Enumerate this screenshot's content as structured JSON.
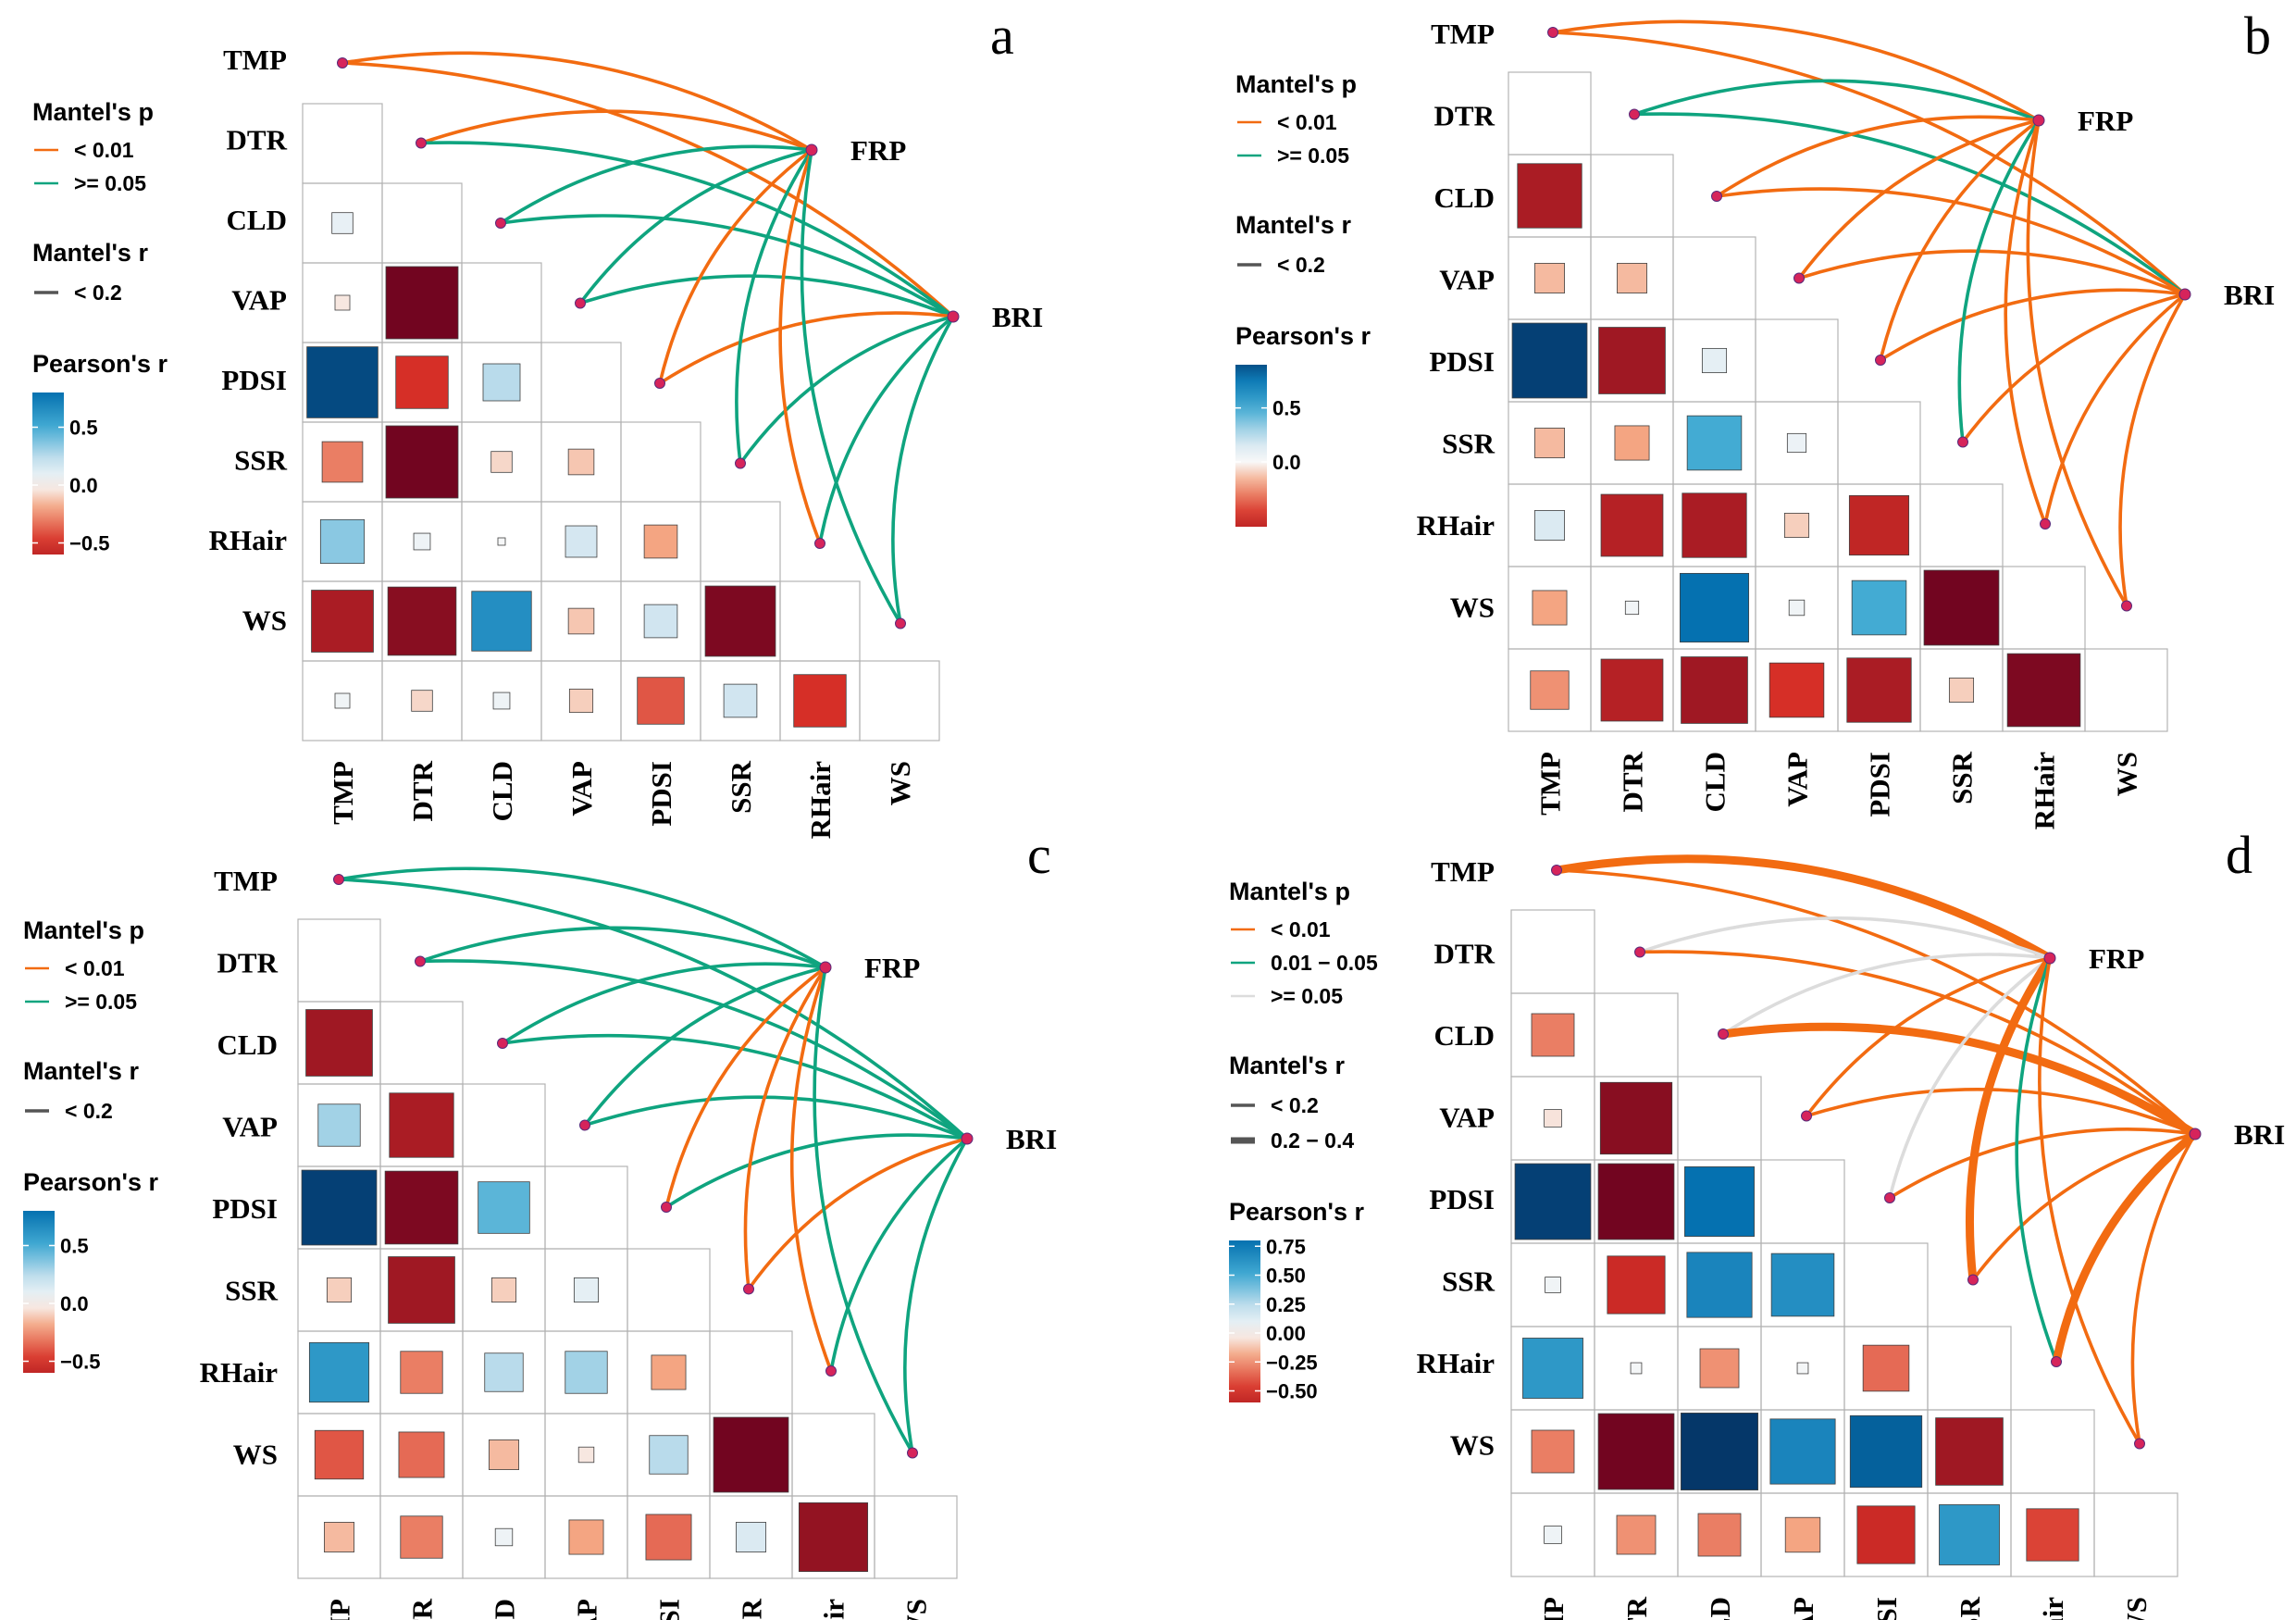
{
  "variables": [
    "TMP",
    "DTR",
    "CLD",
    "VAP",
    "PDSI",
    "SSR",
    "RHair",
    "WS"
  ],
  "targets": [
    "FRP",
    "BRI"
  ],
  "colors": {
    "p_lt_001": "#F26B11",
    "p_001_005": "#0FA47F",
    "p_ge_005": "#DCDCDC",
    "endpoint": "#D6245B",
    "cell_border": "#B3B3B3",
    "square_border": "#404040"
  },
  "chart_data": [
    {
      "type": "heatmap",
      "panel": "a",
      "legend": {
        "mantel_p_title": "Mantel's p",
        "mantel_p_items": [
          {
            "label": "< 0.01",
            "key": "p_lt_001"
          },
          {
            "label": ">= 0.05",
            "key": "p_001_005"
          }
        ],
        "mantel_r_title": "Mantel's r",
        "mantel_r_items": [
          {
            "label": "< 0.2",
            "width": 1
          }
        ],
        "pearson_title": "Pearson's r",
        "pearson_ticks": [
          "0.5",
          "0.0",
          "−0.5"
        ],
        "pearson_tick_values": [
          0.5,
          0.0,
          -0.5
        ],
        "pearson_range": [
          -0.6,
          0.8
        ]
      },
      "pearson_r": [
        [
          0.08
        ],
        [
          -0.04,
          -0.95
        ],
        [
          0.92,
          -0.5,
          0.25
        ],
        [
          -0.3,
          -0.95,
          -0.08,
          -0.12
        ],
        [
          0.35,
          0.05,
          0.01,
          0.18,
          -0.2
        ],
        [
          -0.7,
          -0.85,
          0.65,
          -0.12,
          0.2,
          -0.9
        ],
        [
          0.04,
          -0.08,
          0.05,
          -0.1,
          -0.4,
          0.2,
          -0.5
        ]
      ],
      "links": [
        {
          "from": "TMP",
          "to": "FRP",
          "p": "p_lt_001",
          "width": 1
        },
        {
          "from": "TMP",
          "to": "BRI",
          "p": "p_lt_001",
          "width": 1
        },
        {
          "from": "DTR",
          "to": "FRP",
          "p": "p_lt_001",
          "width": 1
        },
        {
          "from": "DTR",
          "to": "BRI",
          "p": "p_001_005",
          "width": 1
        },
        {
          "from": "CLD",
          "to": "FRP",
          "p": "p_001_005",
          "width": 1
        },
        {
          "from": "CLD",
          "to": "BRI",
          "p": "p_001_005",
          "width": 1
        },
        {
          "from": "VAP",
          "to": "FRP",
          "p": "p_001_005",
          "width": 1
        },
        {
          "from": "VAP",
          "to": "BRI",
          "p": "p_001_005",
          "width": 1
        },
        {
          "from": "PDSI",
          "to": "FRP",
          "p": "p_lt_001",
          "width": 1
        },
        {
          "from": "PDSI",
          "to": "BRI",
          "p": "p_lt_001",
          "width": 1
        },
        {
          "from": "SSR",
          "to": "FRP",
          "p": "p_001_005",
          "width": 1
        },
        {
          "from": "SSR",
          "to": "BRI",
          "p": "p_001_005",
          "width": 1
        },
        {
          "from": "RHair",
          "to": "FRP",
          "p": "p_lt_001",
          "width": 1
        },
        {
          "from": "RHair",
          "to": "BRI",
          "p": "p_001_005",
          "width": 1
        },
        {
          "from": "WS",
          "to": "FRP",
          "p": "p_001_005",
          "width": 1
        },
        {
          "from": "WS",
          "to": "BRI",
          "p": "p_001_005",
          "width": 1
        }
      ]
    },
    {
      "type": "heatmap",
      "panel": "b",
      "legend": {
        "mantel_p_title": "Mantel's p",
        "mantel_p_items": [
          {
            "label": "< 0.01",
            "key": "p_lt_001"
          },
          {
            "label": ">= 0.05",
            "key": "p_001_005"
          }
        ],
        "mantel_r_title": "Mantel's r",
        "mantel_r_items": [
          {
            "label": "< 0.2",
            "width": 1
          }
        ],
        "pearson_title": "Pearson's r",
        "pearson_ticks": [
          "0.5",
          "0.0"
        ],
        "pearson_tick_values": [
          0.5,
          0.0
        ],
        "pearson_range": [
          -0.6,
          0.9
        ]
      },
      "pearson_r": [
        [
          -0.7
        ],
        [
          -0.15,
          -0.15
        ],
        [
          0.95,
          -0.75,
          0.1
        ],
        [
          -0.15,
          -0.2,
          0.5,
          0.06
        ],
        [
          0.15,
          -0.65,
          -0.7,
          -0.1,
          -0.6
        ],
        [
          -0.2,
          0.03,
          0.8,
          0.04,
          0.5,
          -0.95
        ],
        [
          -0.25,
          -0.65,
          -0.75,
          -0.5,
          -0.7,
          -0.1,
          -0.9
        ]
      ],
      "links": [
        {
          "from": "TMP",
          "to": "FRP",
          "p": "p_lt_001",
          "width": 1
        },
        {
          "from": "TMP",
          "to": "BRI",
          "p": "p_lt_001",
          "width": 1
        },
        {
          "from": "DTR",
          "to": "FRP",
          "p": "p_001_005",
          "width": 1
        },
        {
          "from": "DTR",
          "to": "BRI",
          "p": "p_001_005",
          "width": 1
        },
        {
          "from": "CLD",
          "to": "FRP",
          "p": "p_lt_001",
          "width": 1
        },
        {
          "from": "CLD",
          "to": "BRI",
          "p": "p_lt_001",
          "width": 1
        },
        {
          "from": "VAP",
          "to": "FRP",
          "p": "p_lt_001",
          "width": 1
        },
        {
          "from": "VAP",
          "to": "BRI",
          "p": "p_lt_001",
          "width": 1
        },
        {
          "from": "PDSI",
          "to": "FRP",
          "p": "p_lt_001",
          "width": 1
        },
        {
          "from": "PDSI",
          "to": "BRI",
          "p": "p_lt_001",
          "width": 1
        },
        {
          "from": "SSR",
          "to": "FRP",
          "p": "p_001_005",
          "width": 1
        },
        {
          "from": "SSR",
          "to": "BRI",
          "p": "p_lt_001",
          "width": 1
        },
        {
          "from": "RHair",
          "to": "FRP",
          "p": "p_lt_001",
          "width": 1
        },
        {
          "from": "RHair",
          "to": "BRI",
          "p": "p_lt_001",
          "width": 1
        },
        {
          "from": "WS",
          "to": "FRP",
          "p": "p_lt_001",
          "width": 1
        },
        {
          "from": "WS",
          "to": "BRI",
          "p": "p_lt_001",
          "width": 1
        }
      ]
    },
    {
      "type": "heatmap",
      "panel": "c",
      "legend": {
        "mantel_p_title": "Mantel's p",
        "mantel_p_items": [
          {
            "label": "< 0.01",
            "key": "p_lt_001"
          },
          {
            "label": ">= 0.05",
            "key": "p_001_005"
          }
        ],
        "mantel_r_title": "Mantel's r",
        "mantel_r_items": [
          {
            "label": "< 0.2",
            "width": 1
          }
        ],
        "pearson_title": "Pearson's r",
        "pearson_ticks": [
          "0.5",
          "0.0",
          "−0.5"
        ],
        "pearson_tick_values": [
          0.5,
          0.0,
          -0.5
        ],
        "pearson_range": [
          -0.6,
          0.8
        ]
      },
      "pearson_r": [
        [
          -0.75
        ],
        [
          0.3,
          -0.7
        ],
        [
          0.95,
          -0.9,
          0.45
        ],
        [
          -0.1,
          -0.75,
          -0.1,
          0.1
        ],
        [
          0.6,
          -0.3,
          0.25,
          0.3,
          -0.2
        ],
        [
          -0.4,
          -0.35,
          -0.15,
          -0.04,
          0.25,
          -0.95
        ],
        [
          -0.15,
          -0.3,
          0.05,
          -0.2,
          -0.35,
          0.15,
          -0.8
        ]
      ],
      "links": [
        {
          "from": "TMP",
          "to": "FRP",
          "p": "p_001_005",
          "width": 1
        },
        {
          "from": "TMP",
          "to": "BRI",
          "p": "p_001_005",
          "width": 1
        },
        {
          "from": "DTR",
          "to": "FRP",
          "p": "p_001_005",
          "width": 1
        },
        {
          "from": "DTR",
          "to": "BRI",
          "p": "p_001_005",
          "width": 1
        },
        {
          "from": "CLD",
          "to": "FRP",
          "p": "p_001_005",
          "width": 1
        },
        {
          "from": "CLD",
          "to": "BRI",
          "p": "p_001_005",
          "width": 1
        },
        {
          "from": "VAP",
          "to": "FRP",
          "p": "p_001_005",
          "width": 1
        },
        {
          "from": "VAP",
          "to": "BRI",
          "p": "p_001_005",
          "width": 1
        },
        {
          "from": "PDSI",
          "to": "FRP",
          "p": "p_lt_001",
          "width": 1
        },
        {
          "from": "PDSI",
          "to": "BRI",
          "p": "p_001_005",
          "width": 1
        },
        {
          "from": "SSR",
          "to": "FRP",
          "p": "p_lt_001",
          "width": 1
        },
        {
          "from": "SSR",
          "to": "BRI",
          "p": "p_lt_001",
          "width": 1
        },
        {
          "from": "RHair",
          "to": "FRP",
          "p": "p_lt_001",
          "width": 1
        },
        {
          "from": "RHair",
          "to": "BRI",
          "p": "p_001_005",
          "width": 1
        },
        {
          "from": "WS",
          "to": "FRP",
          "p": "p_001_005",
          "width": 1
        },
        {
          "from": "WS",
          "to": "BRI",
          "p": "p_001_005",
          "width": 1
        }
      ]
    },
    {
      "type": "heatmap",
      "panel": "d",
      "legend": {
        "mantel_p_title": "Mantel's p",
        "mantel_p_items": [
          {
            "label": "< 0.01",
            "key": "p_lt_001"
          },
          {
            "label": "0.01 − 0.05",
            "key": "p_001_005"
          },
          {
            "label": ">= 0.05",
            "key": "p_ge_005"
          }
        ],
        "mantel_r_title": "Mantel's r",
        "mantel_r_items": [
          {
            "label": "< 0.2",
            "width": 1
          },
          {
            "label": "0.2 − 0.4",
            "width": 2
          }
        ],
        "pearson_title": "Pearson's r",
        "pearson_ticks": [
          "0.75",
          "0.50",
          "0.25",
          "0.00",
          "−0.25",
          "−0.50"
        ],
        "pearson_tick_values": [
          0.75,
          0.5,
          0.25,
          0.0,
          -0.25,
          -0.5
        ],
        "pearson_range": [
          -0.6,
          0.8
        ]
      },
      "pearson_r": [
        [
          -0.3
        ],
        [
          -0.05,
          -0.85
        ],
        [
          0.95,
          -0.95,
          0.8
        ],
        [
          0.04,
          -0.55,
          0.7,
          0.65
        ],
        [
          0.6,
          0.02,
          -0.25,
          0.02,
          -0.35
        ],
        [
          -0.3,
          -0.95,
          0.98,
          0.7,
          0.85,
          -0.75
        ],
        [
          0.05,
          -0.25,
          -0.3,
          -0.2,
          -0.55,
          0.6,
          -0.45
        ]
      ],
      "links": [
        {
          "from": "TMP",
          "to": "FRP",
          "p": "p_lt_001",
          "width": 2
        },
        {
          "from": "TMP",
          "to": "BRI",
          "p": "p_lt_001",
          "width": 1
        },
        {
          "from": "DTR",
          "to": "FRP",
          "p": "p_ge_005",
          "width": 1
        },
        {
          "from": "DTR",
          "to": "BRI",
          "p": "p_lt_001",
          "width": 1
        },
        {
          "from": "CLD",
          "to": "FRP",
          "p": "p_ge_005",
          "width": 1
        },
        {
          "from": "CLD",
          "to": "BRI",
          "p": "p_lt_001",
          "width": 2
        },
        {
          "from": "VAP",
          "to": "FRP",
          "p": "p_lt_001",
          "width": 1
        },
        {
          "from": "VAP",
          "to": "BRI",
          "p": "p_lt_001",
          "width": 1
        },
        {
          "from": "PDSI",
          "to": "FRP",
          "p": "p_ge_005",
          "width": 1
        },
        {
          "from": "PDSI",
          "to": "BRI",
          "p": "p_lt_001",
          "width": 1
        },
        {
          "from": "SSR",
          "to": "FRP",
          "p": "p_lt_001",
          "width": 2
        },
        {
          "from": "SSR",
          "to": "BRI",
          "p": "p_lt_001",
          "width": 1
        },
        {
          "from": "RHair",
          "to": "FRP",
          "p": "p_001_005",
          "width": 1
        },
        {
          "from": "RHair",
          "to": "BRI",
          "p": "p_lt_001",
          "width": 2
        },
        {
          "from": "WS",
          "to": "FRP",
          "p": "p_lt_001",
          "width": 1
        },
        {
          "from": "WS",
          "to": "BRI",
          "p": "p_lt_001",
          "width": 1
        }
      ]
    }
  ]
}
